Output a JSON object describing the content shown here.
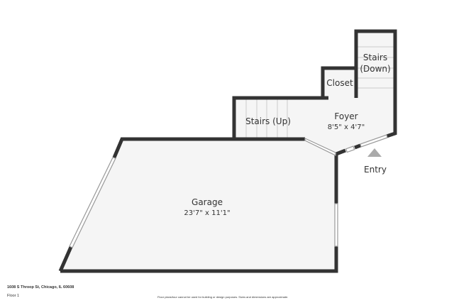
{
  "rooms": [
    {
      "name": "Garage",
      "dims": "23'7\" x 11'1\""
    },
    {
      "name": "Stairs (Up)"
    },
    {
      "name": "Foyer",
      "dims": "8'5\" x 4'7\""
    },
    {
      "name": "Closet"
    },
    {
      "name_line1": "Stairs",
      "name_line2": "(Down)"
    }
  ],
  "entry_label": "Entry",
  "footer": {
    "address": "1608 S Throop St, Chicago, IL 60608",
    "floor": "Floor 1",
    "disclaimer": "Floor plans/tour cannot be used for building or design purposes. Sizes and dimensions are approximate."
  },
  "colors": {
    "wall": "#333333",
    "floor": "#f5f5f5",
    "entry_marker": "#aaaaaa"
  }
}
